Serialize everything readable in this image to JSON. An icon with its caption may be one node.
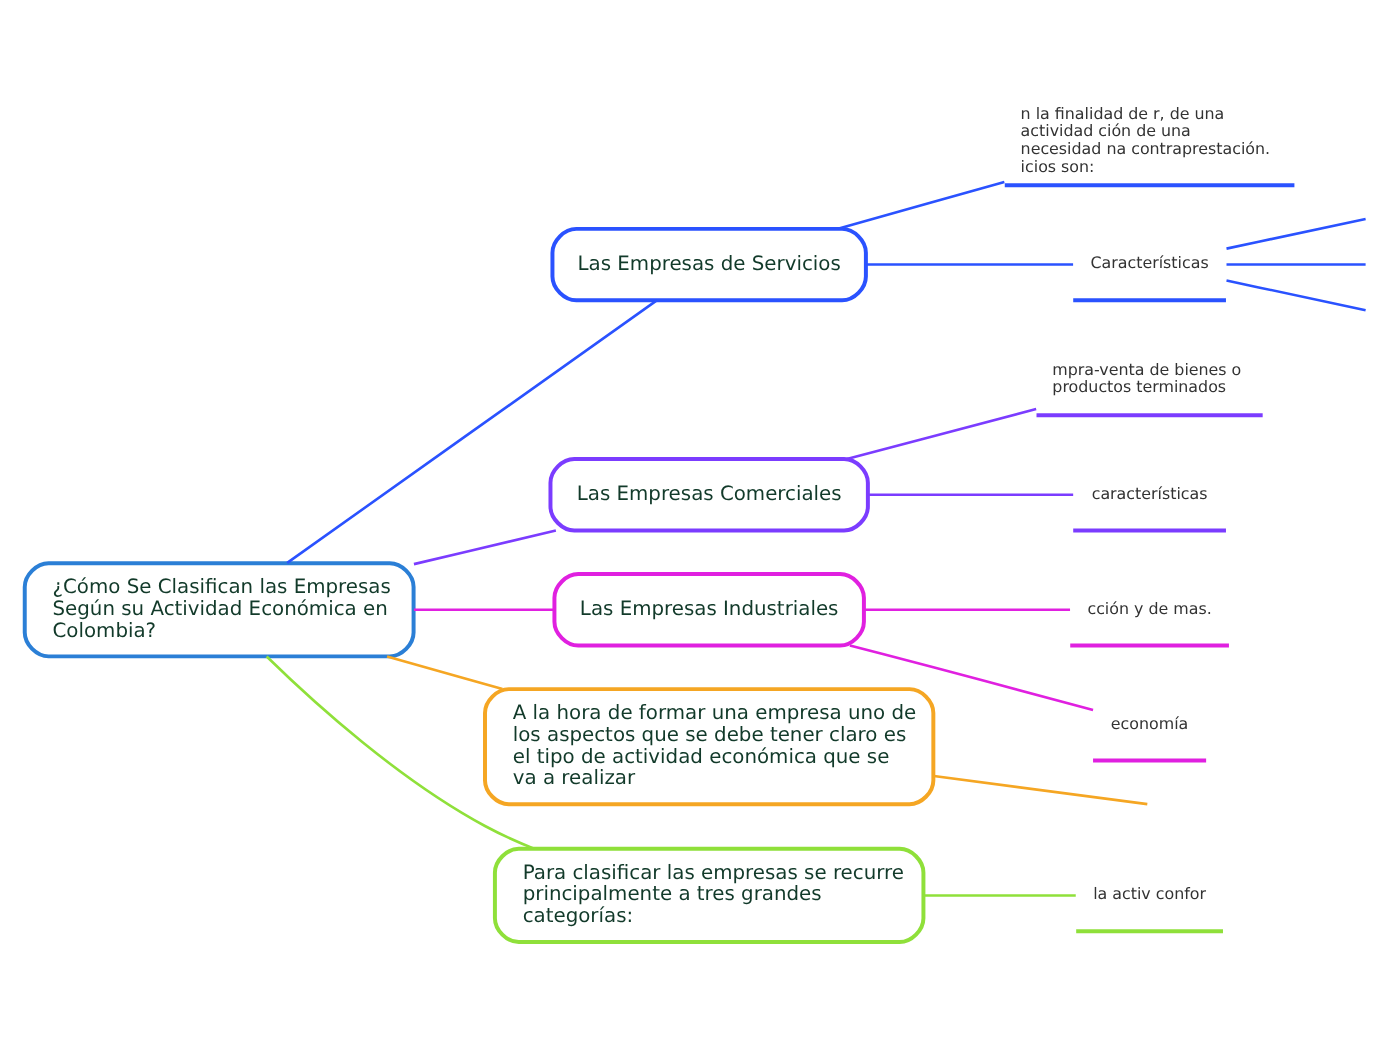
{
  "diagram": {
    "nodes": [
      {
        "text": [
          "¿Cómo Se Clasifican las Empresas Según su Actividad Económica en Colombia?"
        ]
      },
      {
        "text": [
          "Las Empresas de Servicios"
        ]
      },
      {
        "text": [
          "n la finalidad de r, de una actividad ción de una necesidad na contraprestación. icios son:"
        ]
      },
      {
        "text": [
          "Características"
        ]
      },
      {
        "text": [
          "Las Empresas Comerciales"
        ]
      },
      {
        "text": [
          "mpra-venta de bienes o productos terminados"
        ]
      },
      {
        "text": [
          "características"
        ]
      },
      {
        "text": [
          "Las Empresas Industriales"
        ]
      },
      {
        "text": [
          "cción y de mas."
        ]
      },
      {
        "text": [
          "economía"
        ]
      },
      {
        "text": [
          "A la hora de formar una empresa uno de los aspectos que se debe tener claro es el tipo de actividad económica que se va a realizar"
        ]
      },
      {
        "text": [
          "Para clasificar las empresas se recurre principalmente a tres grandes categorías:"
        ]
      },
      {
        "text": [
          "la activ confor"
        ]
      }
    ],
    "edges": [
      {
        "from": 0,
        "to": 1,
        "arrow": "none",
        "color": "#2a52ff"
      },
      {
        "from": 1,
        "to": 2,
        "arrow": "none",
        "color": "#2a52ff"
      },
      {
        "from": 1,
        "to": 3,
        "arrow": "none",
        "color": "#2a52ff"
      },
      {
        "from": 3,
        "to": null,
        "arrow": "none",
        "color": "#2a52ff"
      },
      {
        "from": 3,
        "to": null,
        "arrow": "none",
        "color": "#2a52ff"
      },
      {
        "from": 3,
        "to": null,
        "arrow": "none",
        "color": "#2a52ff"
      },
      {
        "from": 0,
        "to": 4,
        "arrow": "none",
        "color": "#7b3cff"
      },
      {
        "from": 4,
        "to": 5,
        "arrow": "none",
        "color": "#7b3cff"
      },
      {
        "from": 4,
        "to": 6,
        "arrow": "none",
        "color": "#7b3cff"
      },
      {
        "from": 0,
        "to": 7,
        "arrow": "none",
        "color": "#e020e0"
      },
      {
        "from": 7,
        "to": 8,
        "arrow": "none",
        "color": "#e020e0"
      },
      {
        "from": 7,
        "to": 9,
        "arrow": "none",
        "color": "#e020e0"
      },
      {
        "from": 0,
        "to": 10,
        "arrow": "none",
        "color": "#f5a623"
      },
      {
        "from": 10,
        "to": null,
        "arrow": "none",
        "color": "#f5a623"
      },
      {
        "from": 0,
        "to": 11,
        "arrow": "none",
        "color": "#8fe03a"
      },
      {
        "from": 11,
        "to": 12,
        "arrow": "none",
        "color": "#8fe03a"
      }
    ]
  }
}
